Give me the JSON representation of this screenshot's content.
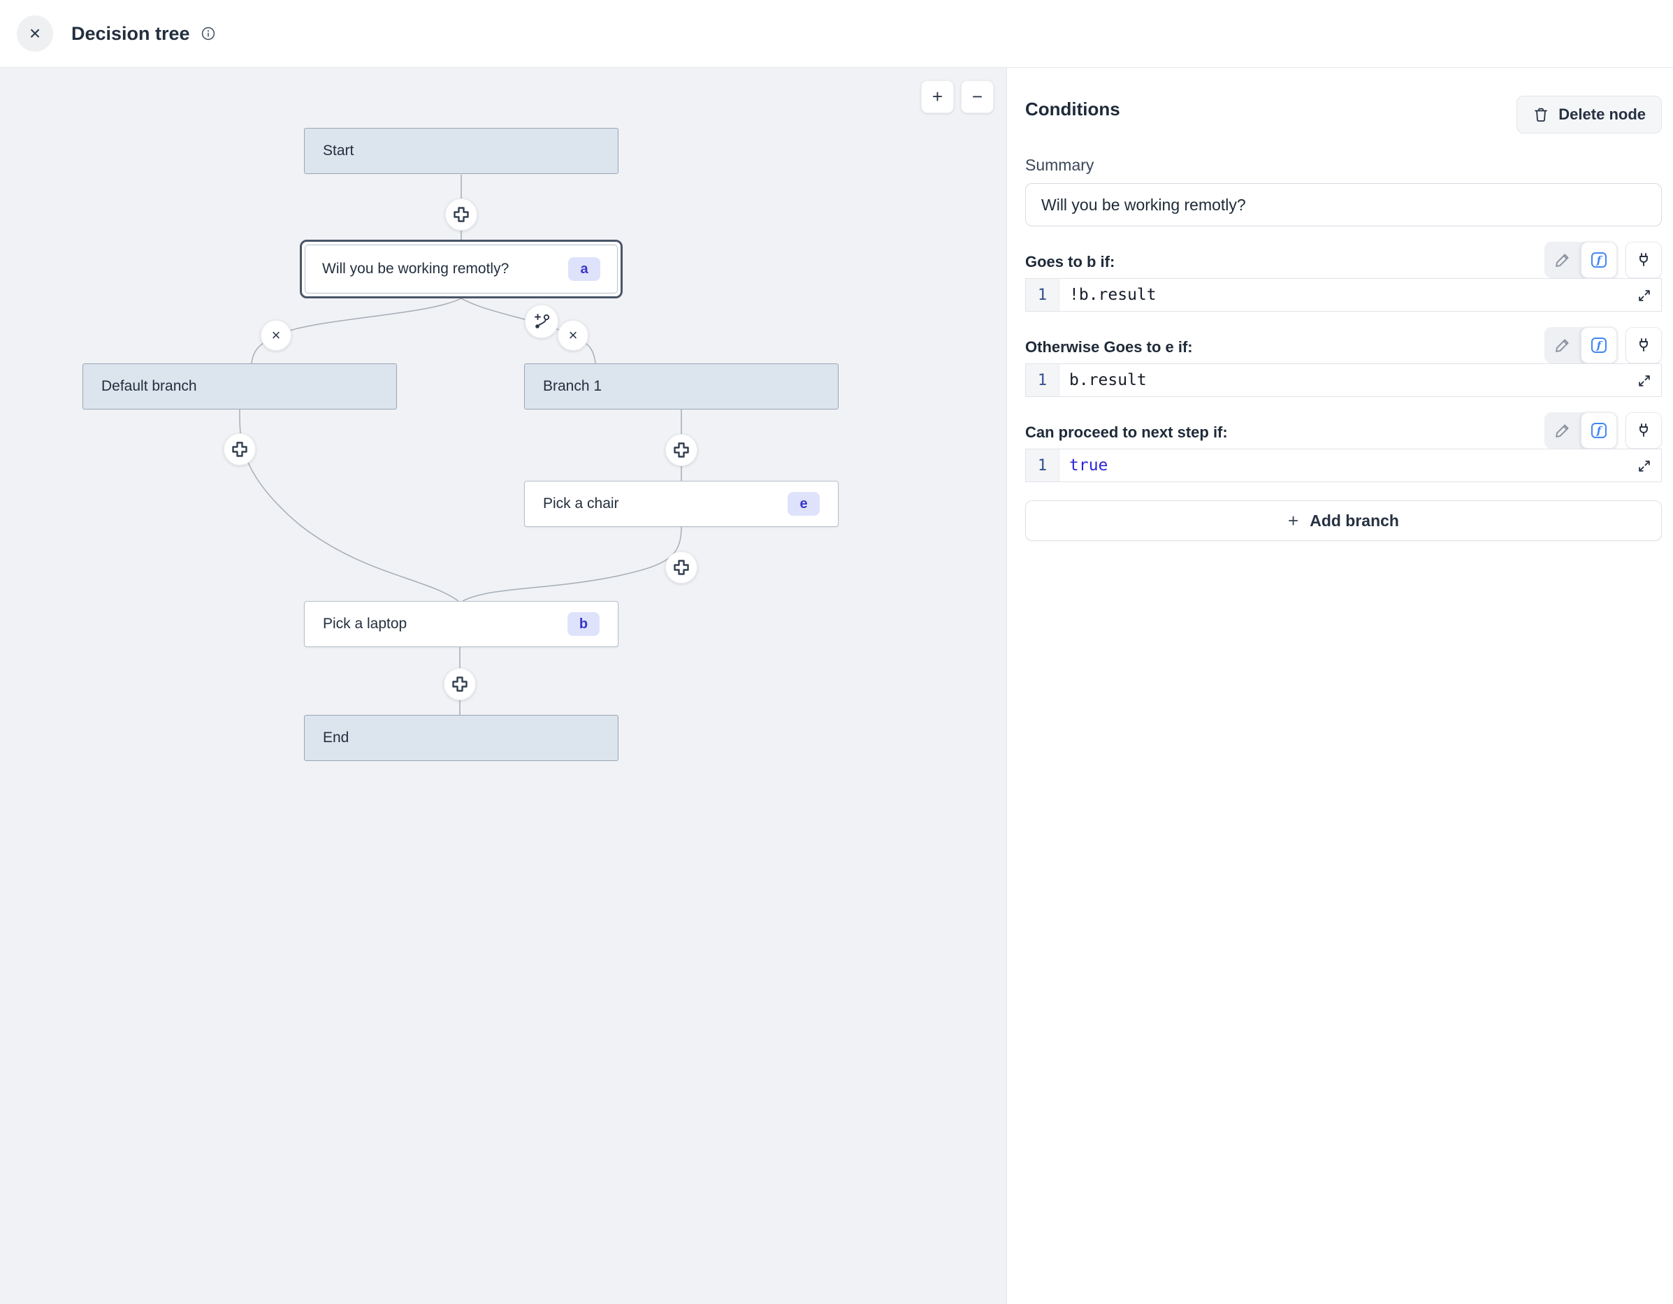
{
  "header": {
    "title": "Decision tree",
    "close_glyph": "×"
  },
  "canvas": {
    "zoom_in": "+",
    "zoom_out": "−",
    "x_port_glyph": "×",
    "nodes": [
      {
        "id": "start",
        "label": "Start"
      },
      {
        "id": "question",
        "label": "Will you be working remotly?",
        "badge": "a",
        "selected": true
      },
      {
        "id": "default-branch",
        "label": "Default branch"
      },
      {
        "id": "branch-1",
        "label": "Branch 1"
      },
      {
        "id": "pick-chair",
        "label": "Pick a chair",
        "badge": "e"
      },
      {
        "id": "pick-laptop",
        "label": "Pick a laptop",
        "badge": "b"
      },
      {
        "id": "end",
        "label": "End"
      }
    ]
  },
  "panel": {
    "title": "Conditions",
    "delete_button_label": "Delete node",
    "summary_label": "Summary",
    "summary_value": "Will you be working remotly?",
    "sections": [
      {
        "label": "Goes to b if:",
        "line_number": "1",
        "code": "!b.result",
        "code_style": "color:#151b28;"
      },
      {
        "label": "Otherwise Goes to e if:",
        "line_number": "1",
        "code": "b.result",
        "code_style": "color:#151b28;"
      },
      {
        "label": "Can proceed to next step if:",
        "line_number": "1",
        "code": "true",
        "code_style": "color:#2d26d8;"
      }
    ],
    "add_branch_plus": "+",
    "add_branch_label": "Add branch"
  },
  "colors": {
    "accent_blue": "#4185f4",
    "badge_bg": "#dee3fb",
    "badge_text": "#3b35c9",
    "selection_ring": "#4a5568",
    "canvas_bg": "#f0f2f5",
    "node_gray_bg": "#dce4ee",
    "code_keyword": "#2d26d8"
  }
}
